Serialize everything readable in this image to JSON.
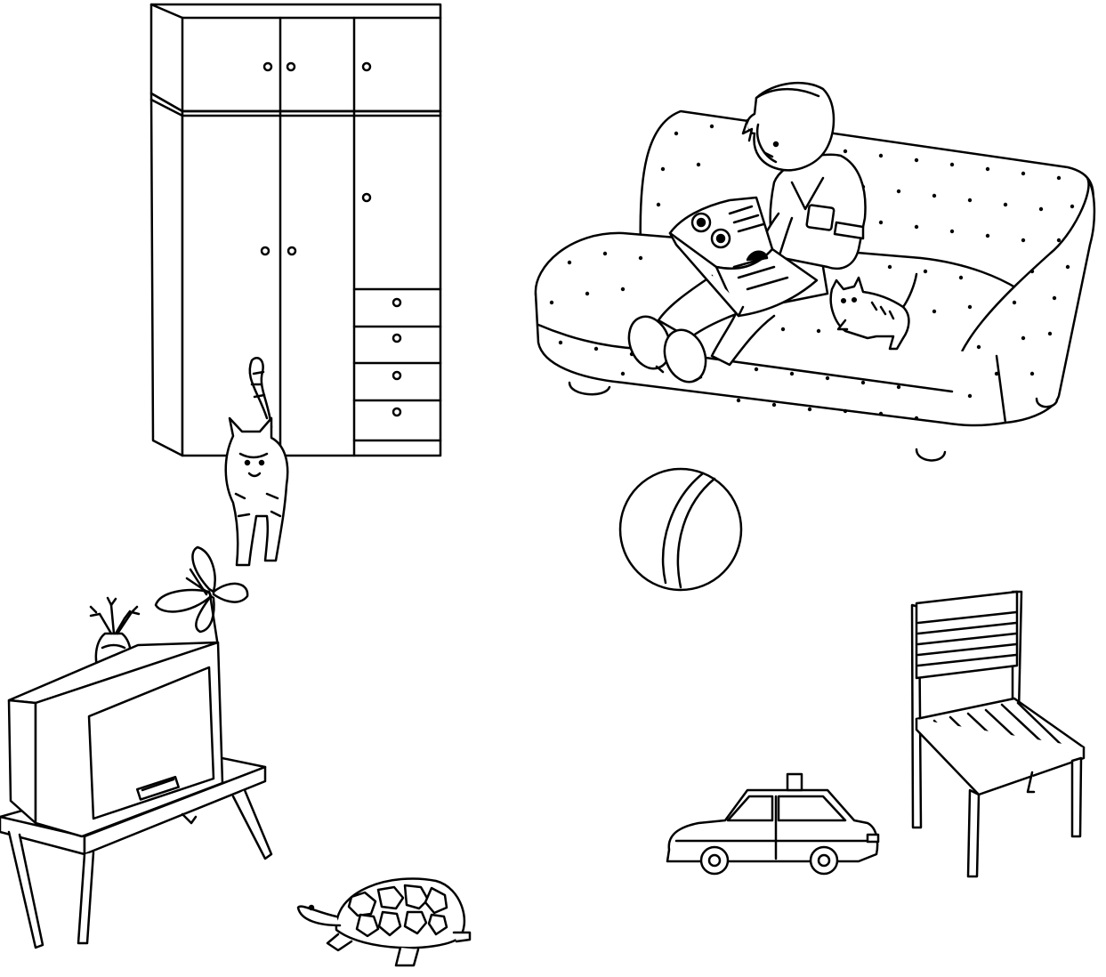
{
  "scene": {
    "objects": [
      "wardrobe",
      "sofa",
      "boy-reading",
      "open-book",
      "kitten",
      "cat",
      "butterfly",
      "flower-vase",
      "tv-set",
      "tv-table",
      "ball",
      "chair",
      "toy-car",
      "turtle"
    ]
  },
  "colors": {
    "ink": "#000000",
    "paper": "#ffffff"
  }
}
